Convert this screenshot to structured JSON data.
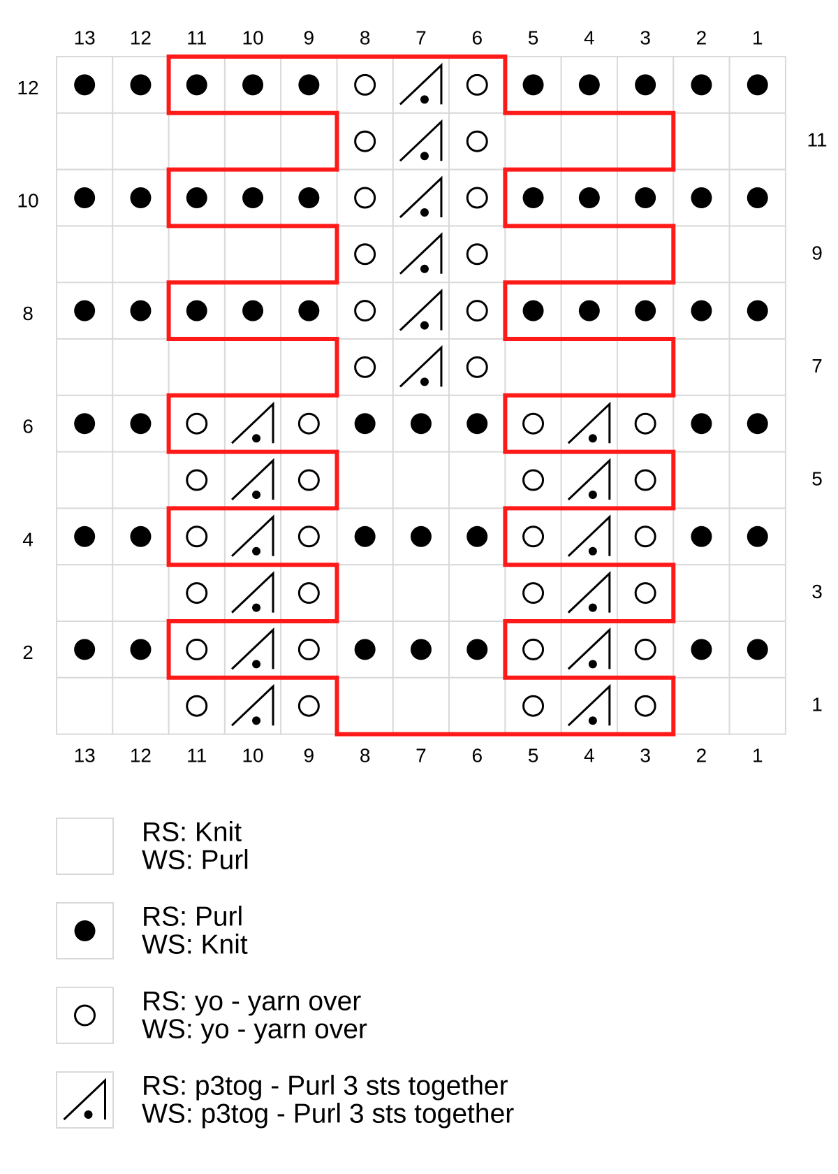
{
  "colors": {
    "outline": "#ff1a1a",
    "grid": "#d9d9d9",
    "symbol": "#000000"
  },
  "column_labels": [
    "13",
    "12",
    "11",
    "10",
    "9",
    "8",
    "7",
    "6",
    "5",
    "4",
    "3",
    "2",
    "1"
  ],
  "row_labels_left": [
    "12",
    "10",
    "8",
    "6",
    "4",
    "2"
  ],
  "row_labels_right": [
    "11",
    "9",
    "7",
    "5",
    "3",
    "1"
  ],
  "chart_rows": [
    {
      "row": 12,
      "cells": [
        "p",
        "p",
        "p",
        "p",
        "p",
        "o",
        "t",
        "o",
        "p",
        "p",
        "p",
        "p",
        "p"
      ]
    },
    {
      "row": 11,
      "cells": [
        "k",
        "k",
        "k",
        "k",
        "k",
        "o",
        "t",
        "o",
        "k",
        "k",
        "k",
        "k",
        "k"
      ]
    },
    {
      "row": 10,
      "cells": [
        "p",
        "p",
        "p",
        "p",
        "p",
        "o",
        "t",
        "o",
        "p",
        "p",
        "p",
        "p",
        "p"
      ]
    },
    {
      "row": 9,
      "cells": [
        "k",
        "k",
        "k",
        "k",
        "k",
        "o",
        "t",
        "o",
        "k",
        "k",
        "k",
        "k",
        "k"
      ]
    },
    {
      "row": 8,
      "cells": [
        "p",
        "p",
        "p",
        "p",
        "p",
        "o",
        "t",
        "o",
        "p",
        "p",
        "p",
        "p",
        "p"
      ]
    },
    {
      "row": 7,
      "cells": [
        "k",
        "k",
        "k",
        "k",
        "k",
        "o",
        "t",
        "o",
        "k",
        "k",
        "k",
        "k",
        "k"
      ]
    },
    {
      "row": 6,
      "cells": [
        "p",
        "p",
        "o",
        "t",
        "o",
        "p",
        "p",
        "p",
        "o",
        "t",
        "o",
        "p",
        "p"
      ]
    },
    {
      "row": 5,
      "cells": [
        "k",
        "k",
        "o",
        "t",
        "o",
        "k",
        "k",
        "k",
        "o",
        "t",
        "o",
        "k",
        "k"
      ]
    },
    {
      "row": 4,
      "cells": [
        "p",
        "p",
        "o",
        "t",
        "o",
        "p",
        "p",
        "p",
        "o",
        "t",
        "o",
        "p",
        "p"
      ]
    },
    {
      "row": 3,
      "cells": [
        "k",
        "k",
        "o",
        "t",
        "o",
        "k",
        "k",
        "k",
        "o",
        "t",
        "o",
        "k",
        "k"
      ]
    },
    {
      "row": 2,
      "cells": [
        "p",
        "p",
        "o",
        "t",
        "o",
        "p",
        "p",
        "p",
        "o",
        "t",
        "o",
        "p",
        "p"
      ]
    },
    {
      "row": 1,
      "cells": [
        "k",
        "k",
        "o",
        "t",
        "o",
        "k",
        "k",
        "k",
        "o",
        "t",
        "o",
        "k",
        "k"
      ]
    }
  ],
  "legend": [
    {
      "symbol": "k",
      "rs": "RS: Knit",
      "ws": "WS: Purl"
    },
    {
      "symbol": "p",
      "rs": "RS: Purl",
      "ws": "WS: Knit"
    },
    {
      "symbol": "o",
      "rs": "RS: yo - yarn over",
      "ws": "WS: yo - yarn over"
    },
    {
      "symbol": "t",
      "rs": "RS: p3tog - Purl 3 sts together",
      "ws": "WS: p3tog - Purl 3 sts together"
    }
  ]
}
